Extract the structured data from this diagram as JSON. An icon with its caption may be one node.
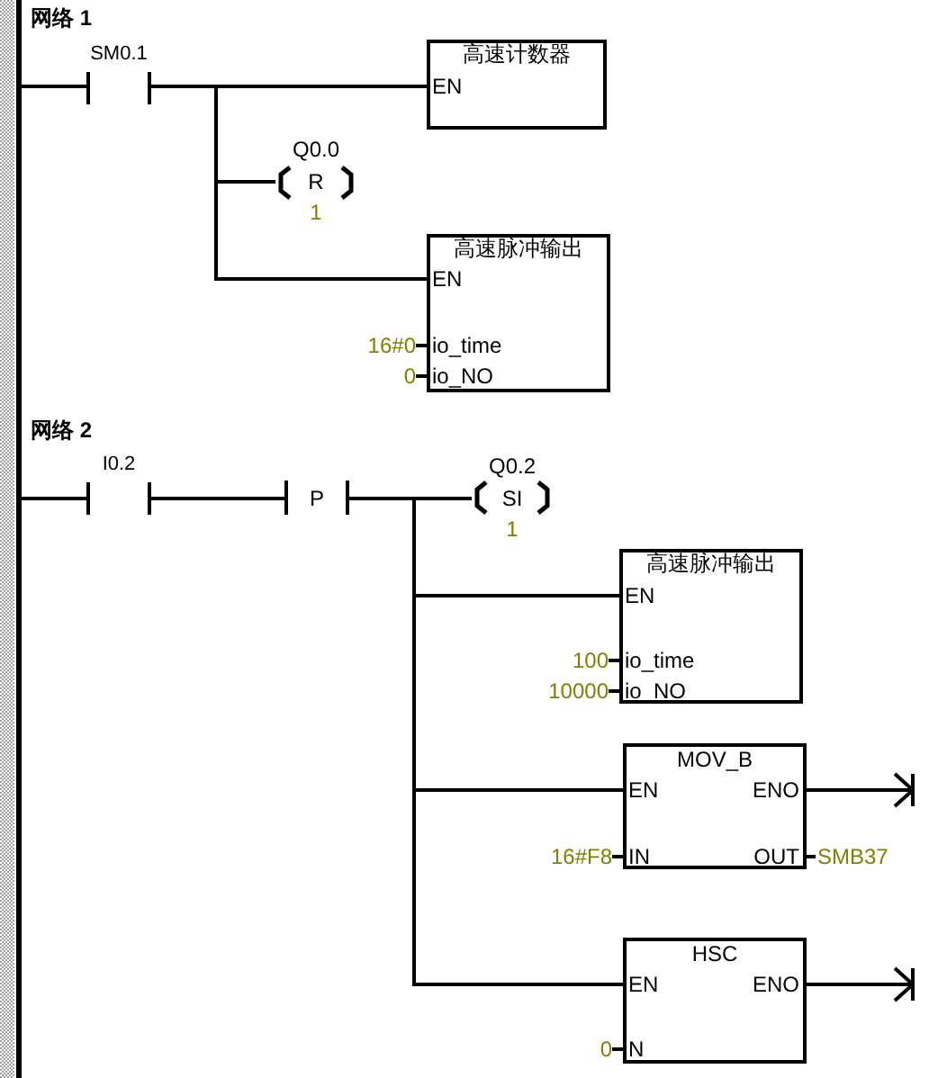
{
  "diagram": {
    "nodes": [
      {
        "text": [],
        "shape": "bar"
      },
      {
        "text": [
          "SM0.1"
        ]
      },
      {
        "text": [
          "高速计数器",
          "EN"
        ]
      },
      {
        "text": [
          "Q0.0",
          "R",
          "1"
        ]
      },
      {
        "text": [
          "高速脉冲输出",
          "EN",
          "io_time",
          "io_NO"
        ],
        "beside": [
          "16#0",
          "0"
        ]
      },
      {
        "text": [
          "I0.2"
        ]
      },
      {
        "text": [
          "P"
        ]
      },
      {
        "text": [
          "Q0.2",
          "SI",
          "1"
        ]
      },
      {
        "text": [
          "高速脉冲输出",
          "EN",
          "io_time",
          "io_NO"
        ],
        "beside": [
          "100",
          "10000"
        ]
      },
      {
        "text": [
          "MOV_B",
          "EN",
          "ENO",
          "IN",
          "OUT"
        ],
        "beside": [
          "16#F8",
          "SMB37"
        ]
      },
      {
        "text": [
          "HSC",
          "EN",
          "ENO",
          "N"
        ],
        "beside": [
          "0"
        ]
      }
    ],
    "edges": [
      {
        "from": 0,
        "to": 1,
        "arrow": "none"
      },
      {
        "from": 1,
        "to": 2,
        "arrow": "none"
      },
      {
        "from": 1,
        "to": 3,
        "arrow": "none"
      },
      {
        "from": 1,
        "to": 4,
        "arrow": "none"
      },
      {
        "from": 0,
        "to": 5,
        "arrow": "none"
      },
      {
        "from": 5,
        "to": 6,
        "arrow": "none"
      },
      {
        "from": 6,
        "to": 7,
        "arrow": "none"
      },
      {
        "from": 6,
        "to": 8,
        "arrow": "none"
      },
      {
        "from": 6,
        "to": 9,
        "arrow": "none"
      },
      {
        "from": 6,
        "to": 10,
        "arrow": "none"
      },
      {
        "from": 9,
        "to": null,
        "arrow": "to"
      },
      {
        "from": 10,
        "to": null,
        "arrow": "to"
      }
    ],
    "labels": [
      "网络 1",
      "网络 2"
    ]
  }
}
